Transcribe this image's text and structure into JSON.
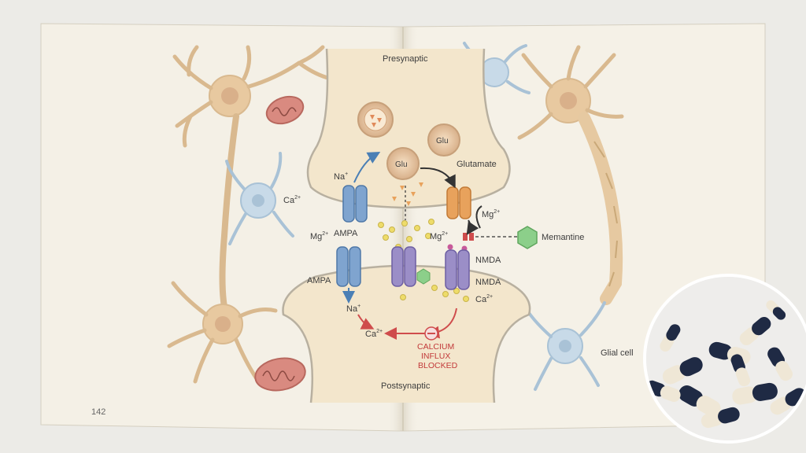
{
  "book": {
    "page_number": "142"
  },
  "diagram": {
    "presynaptic": "Presynaptic",
    "postsynaptic": "Postsynaptic",
    "glu_label": "Glu",
    "glutamate": "Glutamate",
    "na": "Na",
    "na_plus": "+",
    "ca": "Ca",
    "ca_charge": "2+",
    "mg": "Mg",
    "mg_charge": "2+",
    "ampa": "AMPA",
    "nmda": "NMDA",
    "memantine": "Memantine",
    "glial_cell": "Glial cell",
    "blocked_line1": "CALCIUM",
    "blocked_line2": "INFLUX",
    "blocked_line3": "BLOCKED",
    "block_symbol": "⊖"
  },
  "colors": {
    "page": "#f4f0e6",
    "terminal": "#f3e6cc",
    "neuron": "#e8c9a0",
    "glia": "#c8dae8",
    "ampa": "#7fa4cf",
    "nmda": "#9b8ec7",
    "orange_receptor": "#e8a25c",
    "memantine": "#8ccf8a",
    "red_arrow": "#cf4c4c",
    "capsule_dark": "#1f2a44",
    "capsule_light": "#efe7d6"
  }
}
